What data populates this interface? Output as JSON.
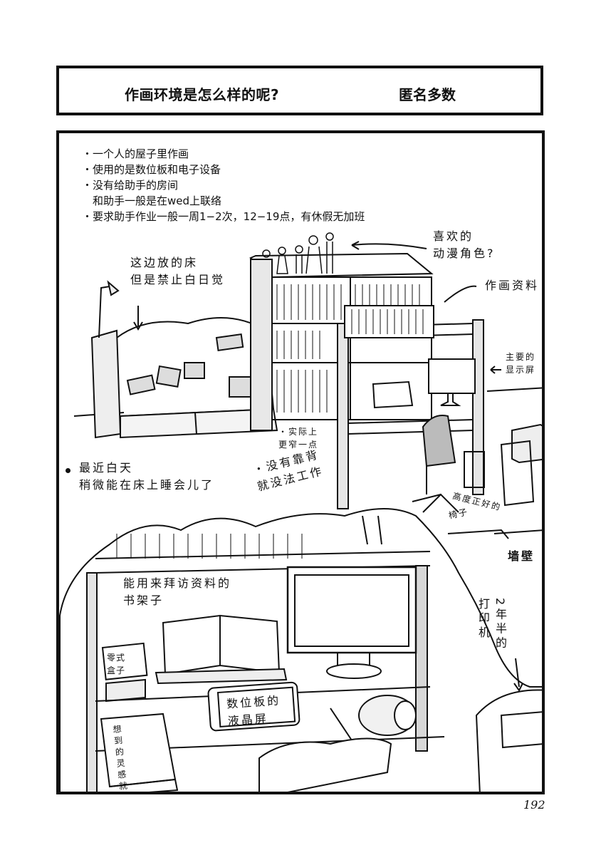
{
  "header": {
    "question": "作画环境是怎么样的呢?",
    "answer": "匿名多数"
  },
  "notes": [
    "・一个人的屋子里作画",
    "・使用的是数位板和电子设备",
    "・没有给助手的房间",
    "　和助手一般是在wed上联络",
    "・要求助手作业一般一周1−2次，12−19点，有休假无加班"
  ],
  "labels": {
    "bed_line1": "这边放的床",
    "bed_line2": "但是禁止白日觉",
    "figures_line1": "喜欢的",
    "figures_line2": "动漫角色?",
    "reference": "作画资料",
    "monitor_line1": "主要的",
    "monitor_line2": "显示屏",
    "narrower_line1": "・实际上",
    "narrower_line2": "更窄一点",
    "nap_line1": "最近白天",
    "nap_line2": "稍微能在床上睡会儿了",
    "backrest_line1": "・没有靠背",
    "backrest_line2": "就没法工作",
    "chair_line1": "高度正好的",
    "chair_line2": "椅子",
    "wall": "墙壁",
    "bookshelf_line1": "能用来拜访资料的",
    "bookshelf_line2": "书架子",
    "printer_col1": "打印机",
    "printer_col2": "2年半的",
    "box_line1": "零式",
    "box_line2": "盒子",
    "tablet_line1": "数位板的",
    "tablet_line2": "液晶屏",
    "sticky_note": "想到的灵感就先在纸上画下来"
  },
  "page_number": "192"
}
